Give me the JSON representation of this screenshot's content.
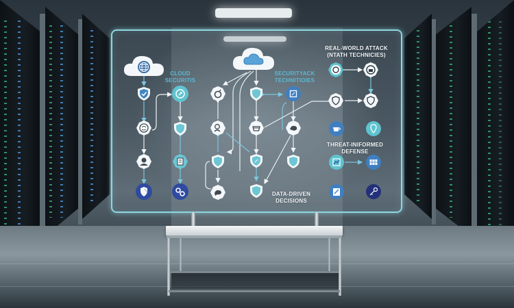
{
  "scene": {
    "description": "Holographic cyber-security flow diagram floating above a white table in a server-room corridor",
    "accent_color": "#8fd7df",
    "label_cyan": "#5ab9d1",
    "node_dark_blue": "#2f4aa0",
    "node_teal": "#5fc3cf"
  },
  "panel": {
    "labels": {
      "cloud_security": [
        "CLOUD",
        "SECURITIS"
      ],
      "security_attack": [
        "SECURITYACK",
        "TECHNITIOIES"
      ],
      "real_world_attack": [
        "REAL-WORLD ATTACK",
        "(NTATH TECHNICIES)"
      ],
      "threat_informed": [
        "THREAT-INIFORMED",
        "DEFENSE"
      ],
      "data_driven": [
        "DATA-DRIVEN",
        "DECISIONS"
      ]
    },
    "clouds": [
      {
        "id": "cloud-left",
        "icon": "globe-icon"
      },
      {
        "id": "cloud-center",
        "icon": "cloud-icon"
      }
    ],
    "columns": {
      "col1": [
        "shield-check-icon",
        "brain-icon",
        "user-group-icon",
        "shield-icon"
      ],
      "col2": [
        "refresh-badge-icon",
        "shield-icon",
        "document-icon",
        "gears-icon"
      ],
      "col3": [
        "bomb-icon",
        "user-badge-icon",
        "shield-icon",
        "bug-icon"
      ],
      "col4": [
        "shield-icon",
        "cup-icon",
        "shield-check-icon",
        "shield-icon"
      ],
      "col5": [
        "document-check-icon",
        "bug-badge-icon",
        "shield-icon"
      ],
      "col6": [
        "target-icon",
        "shield-icon",
        "cup-icon",
        "chart-icon",
        "document-edit-icon"
      ],
      "col7": [
        "lock-badge-icon",
        "shield-icon",
        "location-icon",
        "grid-icon",
        "key-icon"
      ]
    }
  }
}
